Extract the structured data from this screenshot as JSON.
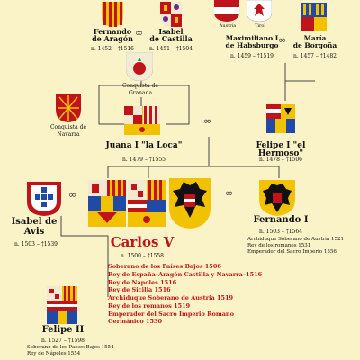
{
  "persons": {
    "fernando": {
      "name_line1": "Fernando",
      "name_line2": "de Aragón",
      "life": "n. 1452 – †1516"
    },
    "isabel_castilla": {
      "name_line1": "Isabel",
      "name_line2": "de Castilla",
      "life": "n. 1451 – †1504"
    },
    "maximiliano": {
      "name_line1": "Maximiliano I",
      "name_line2": "de Habsburgo",
      "life": "n. 1459 – †1519"
    },
    "maria": {
      "name_line1": "María",
      "name_line2": "de Borgoña",
      "life": "n. 1457 – †1482"
    },
    "juana": {
      "name": "Juana I \"la Loca\"",
      "life": "n. 1479 – †1555"
    },
    "felipe_hermoso": {
      "name": "Felipe I \"el Hermoso\"",
      "life": "n. 1478 – †1506"
    },
    "isabel_avis": {
      "name_line1": "Isabel de",
      "name_line2": "Avis",
      "life": "n. 1503 – †1539"
    },
    "carlos": {
      "name": "Carlos V",
      "life": "n. 1500 – †1558"
    },
    "fernando_i": {
      "name": "Fernando I",
      "life": "n. 1503 – †1564"
    },
    "felipe_ii": {
      "name": "Felipe II",
      "life": "n. 1527 – †1598"
    }
  },
  "shield_labels": {
    "austria": "Austria",
    "tirol": "Tirol",
    "granada": "Conquista de Granada",
    "navarra": "Conquista de Navarra"
  },
  "titles": {
    "fernando_i": [
      "Archiduque Soberano de Austria 1521",
      "Rey de los romanos 1531",
      "Emperador del Sacro Imperio 1556"
    ],
    "carlos": [
      "Soberano de los Países Bajos 1506",
      "Rey de España–Aragón Castilla y Navarra–1516",
      "Rey de Nápoles 1516",
      "Rey de Sicilia 1516",
      "Archiduque Soberano de Austria 1519",
      "Rey de los romanos 1519",
      "Emperador del Sacro Imperio Romano Germánico 1530"
    ],
    "felipe_ii": [
      "Soberano de los Países Bajos 1554",
      "Rey de Nápoles 1554"
    ]
  },
  "marriage_symbol": "∞",
  "colors": {
    "background": "#fbf3c8",
    "accent_red": "#c0141a",
    "gold": "#f2c200"
  }
}
